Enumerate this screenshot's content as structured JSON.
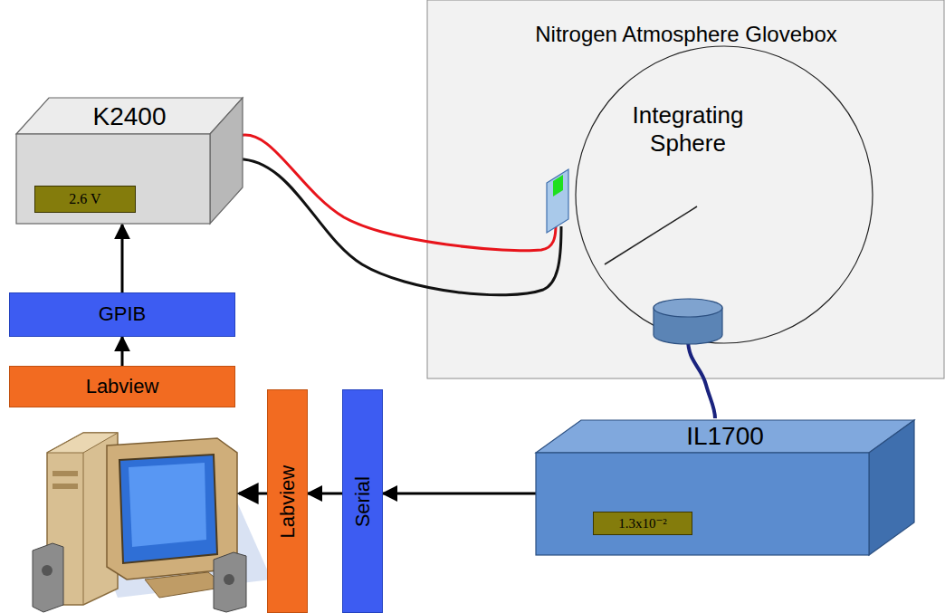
{
  "diagram": {
    "nodes": [
      {
        "text": [
          "Nitrogen Atmosphere Glovebox"
        ]
      },
      {
        "text": [
          "Integrating Sphere"
        ],
        "in": 0
      },
      {
        "text": [
          "K2400"
        ]
      },
      {
        "text": [
          "2.6 V"
        ],
        "in": 2
      },
      {
        "text": [
          "GPIB"
        ]
      },
      {
        "text": [
          "Labview"
        ]
      },
      {
        "text": [
          "IL1700"
        ]
      },
      {
        "text": [
          "1.3x10⁻²"
        ],
        "in": 6
      },
      {
        "text": [
          "Labview"
        ]
      },
      {
        "text": [
          "Serial"
        ]
      }
    ],
    "edges": [
      {
        "from": 4,
        "to": 2,
        "arrow": "to"
      },
      {
        "from": 5,
        "to": 4,
        "arrow": "to"
      },
      {
        "from": 6,
        "to": 9,
        "arrow": "to"
      },
      {
        "from": 9,
        "to": 8,
        "arrow": "to"
      }
    ]
  }
}
